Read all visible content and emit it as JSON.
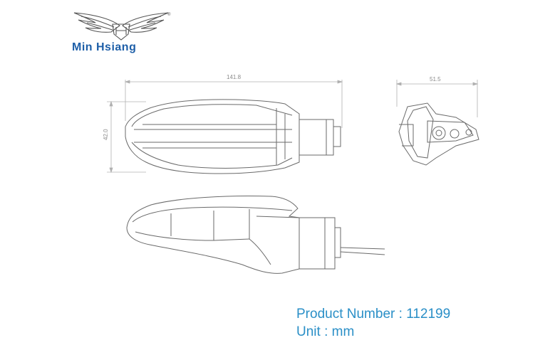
{
  "brand": {
    "name": "Min Hsiang",
    "registered_mark": "®",
    "logo_icon": "winged-crest-icon",
    "color": "#1e5fa8"
  },
  "dimensions": {
    "top_view_length": "141.8",
    "top_view_width": "42.0",
    "end_view_width": "51.5"
  },
  "info": {
    "product_label": "Product Number :",
    "product_number": "112199",
    "unit_label": "Unit :",
    "unit_value": "mm",
    "color": "#2a8fc7"
  }
}
